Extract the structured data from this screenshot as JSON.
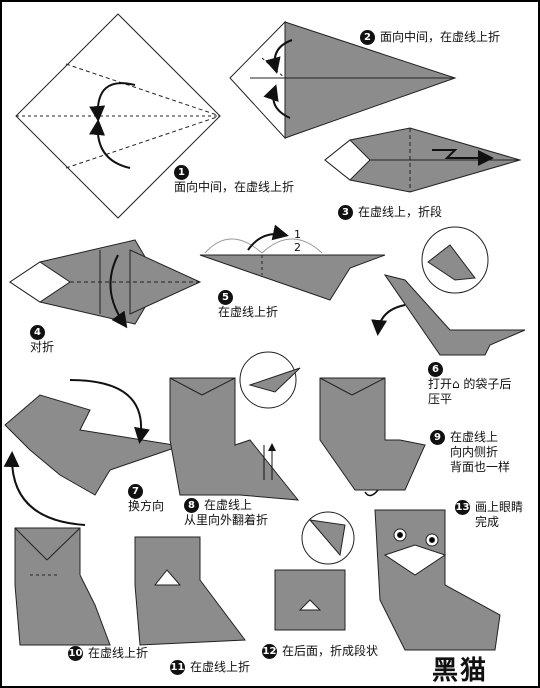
{
  "title": "黑猫",
  "steps": [
    {
      "num": "1",
      "text": "面向中间，在虚线上折"
    },
    {
      "num": "2",
      "text": "面向中间，在虚线上折"
    },
    {
      "num": "3",
      "text": "在虚线上，折段"
    },
    {
      "num": "4",
      "text": "对折"
    },
    {
      "num": "5",
      "text": "在虚线上折"
    },
    {
      "num": "6",
      "lines": [
        "打开⌂ 的袋子后",
        "压平"
      ]
    },
    {
      "num": "7",
      "text": "换方向"
    },
    {
      "num": "8",
      "lines": [
        "在虚线上",
        "从里向外翻着折"
      ]
    },
    {
      "num": "9",
      "lines": [
        "在虚线上",
        "向内侧折",
        "背面也一样"
      ]
    },
    {
      "num": "10",
      "text": "在虚线上折"
    },
    {
      "num": "11",
      "text": "在虚线上折"
    },
    {
      "num": "12",
      "text": "在后面，折成段状"
    },
    {
      "num": "13",
      "lines": [
        "画上眼睛",
        "完成"
      ]
    }
  ],
  "fraction": {
    "top": "1",
    "bottom": "2"
  },
  "colors": {
    "paper_gray": "#8c8c8c",
    "paper_white": "#ffffff",
    "line": "#222222"
  }
}
